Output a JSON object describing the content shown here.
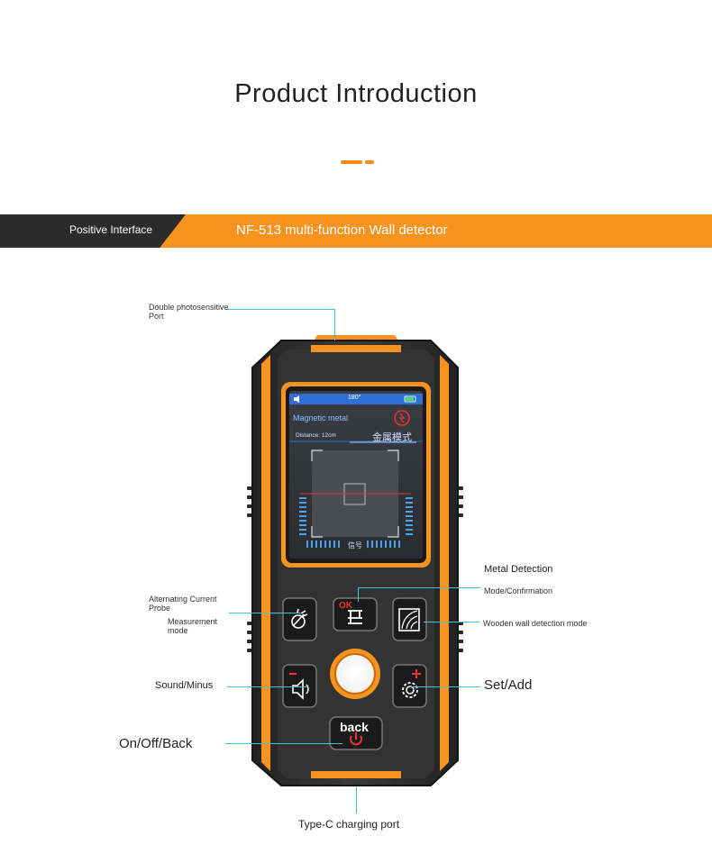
{
  "header": {
    "title": "Product Introduction"
  },
  "banner": {
    "left_text": "Positive Interface",
    "right_text": "NF-513 multi-function Wall detector"
  },
  "screen": {
    "angle": "180°",
    "mode_title": "Magnetic metal",
    "distance": "Distance: 12cm",
    "mode_cn": "金属模式",
    "signal_cn": "信号"
  },
  "buttons": {
    "ok_label": "OK",
    "back_label": "back"
  },
  "callouts": {
    "double_port": "Double photosensitive Port",
    "ac_probe": "Alternating Current Probe",
    "measurement_mode": "Measurement mode",
    "metal_detection": "Metal Detection",
    "mode_confirmation": "Mode/Confirmation",
    "wooden_wall": "Wooden wall detection mode",
    "sound_minus": "Sound/Minus",
    "set_add": "Set/Add",
    "on_off_back": "On/Off/Back",
    "type_c": "Type-C charging port"
  },
  "colors": {
    "accent": "#f7931e",
    "body": "#2d2d2d",
    "leader": "#3fc6d6",
    "screen_blue": "#2f6fd6"
  }
}
